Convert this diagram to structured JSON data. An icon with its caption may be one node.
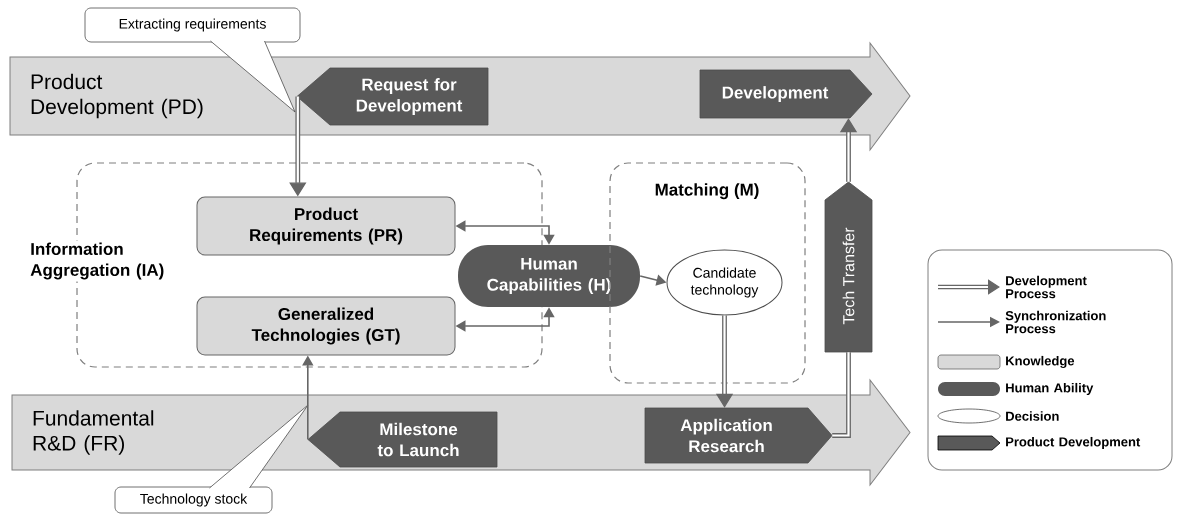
{
  "diagram": {
    "nodes": [
      {
        "text": [
          "Product Development (PD)"
        ]
      },
      {
        "text": [
          "Request for Development"
        ],
        "in": 0
      },
      {
        "text": [
          "Development"
        ],
        "in": 0
      },
      {
        "text": [
          "Information Aggregation (IA)"
        ]
      },
      {
        "text": [
          "Product Requirements (PR)"
        ],
        "in": 3
      },
      {
        "text": [
          "Generalized Technologies (GT)"
        ],
        "in": 3
      },
      {
        "text": [
          "Human Capabilities (H)"
        ]
      },
      {
        "text": [
          "Matching (M)"
        ]
      },
      {
        "text": [
          "Candidate technology"
        ],
        "in": 7
      },
      {
        "text": [
          "Tech Transfer"
        ]
      },
      {
        "text": [
          "Fundamental R&D (FR)"
        ]
      },
      {
        "text": [
          "Milestone to Launch"
        ],
        "in": 10
      },
      {
        "text": [
          "Application Research"
        ],
        "in": 10
      },
      {
        "text": [
          "Extracting requirements"
        ]
      },
      {
        "text": [
          "Technology stock"
        ]
      }
    ],
    "edges": [
      {
        "from": 1,
        "to": 4,
        "arrow": "to",
        "style": "thick"
      },
      {
        "from": 4,
        "to": 6,
        "arrow": "both"
      },
      {
        "from": 5,
        "to": 6,
        "arrow": "both"
      },
      {
        "from": 6,
        "to": 8,
        "arrow": "to"
      },
      {
        "from": 11,
        "to": 5,
        "arrow": "to"
      },
      {
        "from": 8,
        "to": 12,
        "arrow": "to",
        "style": "thick"
      },
      {
        "from": 12,
        "to": 9,
        "arrow": "none",
        "style": "thick"
      },
      {
        "from": 9,
        "to": 2,
        "arrow": "to",
        "style": "thick"
      }
    ],
    "legend": [
      {
        "text": "Development Process"
      },
      {
        "text": "Synchronization Process"
      },
      {
        "text": "Knowledge"
      },
      {
        "text": "Human Ability"
      },
      {
        "text": "Decision"
      },
      {
        "text": "Product Development"
      }
    ]
  }
}
